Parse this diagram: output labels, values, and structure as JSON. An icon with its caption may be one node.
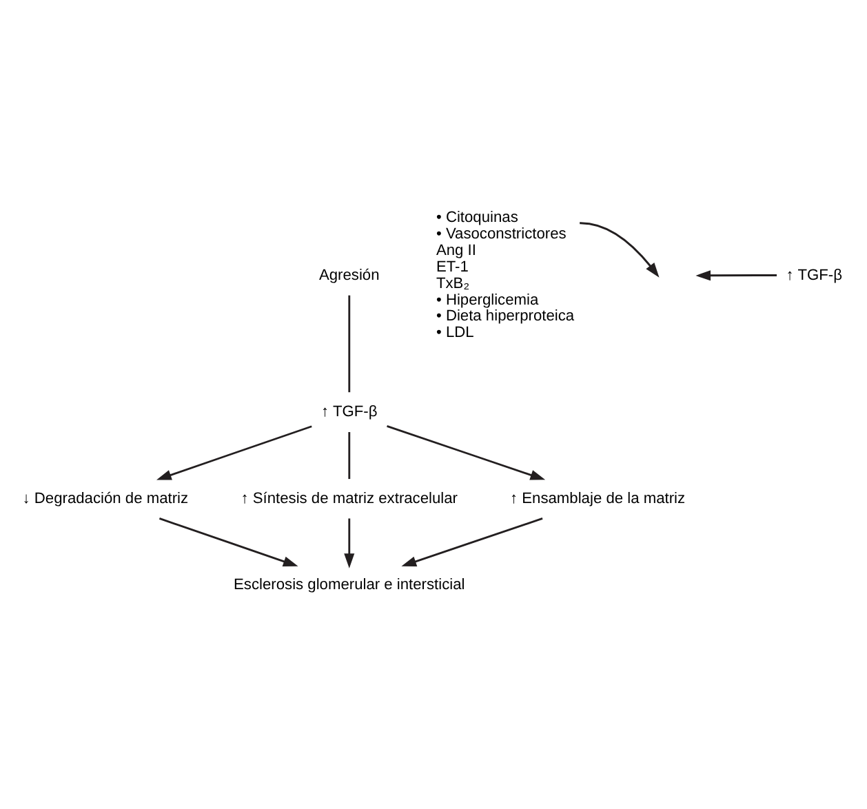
{
  "diagram": {
    "nodes": [
      {
        "text": [
          "Agresión"
        ]
      },
      {
        "text": [
          "• Citoquinas",
          "• Vasoconstrictores",
          "Ang II",
          "ET-1",
          "TxB₂",
          "• Hiperglicemia",
          "• Dieta hiperproteica",
          "• LDL"
        ]
      },
      {
        "text": [
          "↑ TGF-β"
        ]
      },
      {
        "text": [
          "↑ TGF-β"
        ]
      },
      {
        "text": [
          "↓ Degradación de matriz"
        ]
      },
      {
        "text": [
          "↑ Síntesis de matriz extracelular"
        ]
      },
      {
        "text": [
          "↑ Ensamblaje de la matriz"
        ]
      },
      {
        "text": [
          "Esclerosis glomerular e intersticial"
        ]
      }
    ],
    "edges": [
      {
        "from": 0,
        "to": 3,
        "arrow": "none"
      },
      {
        "from": 1,
        "to": null,
        "arrow": "to"
      },
      {
        "from": 2,
        "to": null,
        "arrow": "to"
      },
      {
        "from": 3,
        "to": 4,
        "arrow": "to"
      },
      {
        "from": 3,
        "to": 5,
        "arrow": "none"
      },
      {
        "from": 3,
        "to": 6,
        "arrow": "to"
      },
      {
        "from": 4,
        "to": 7,
        "arrow": "to"
      },
      {
        "from": 5,
        "to": 7,
        "arrow": "to"
      },
      {
        "from": 6,
        "to": 7,
        "arrow": "to"
      }
    ]
  }
}
